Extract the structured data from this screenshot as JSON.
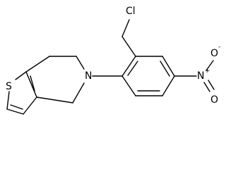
{
  "molecule": {
    "atoms": {
      "s1": "S",
      "n_ring": "N",
      "cl": "Cl",
      "n_nitro": "N",
      "n_nitro_charge": "+",
      "o_top": "O",
      "o_top_charge": "-",
      "o_bottom": "O"
    }
  }
}
